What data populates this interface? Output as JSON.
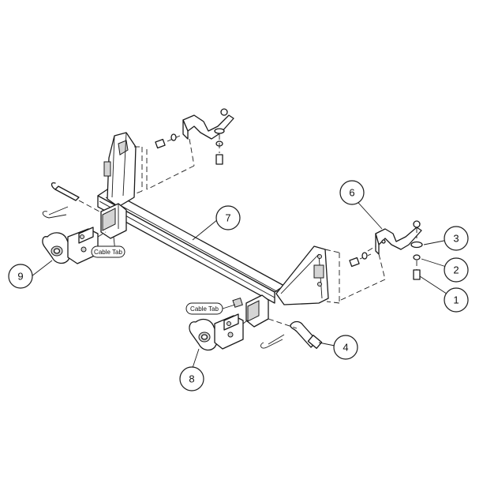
{
  "callouts": [
    {
      "label": "1"
    },
    {
      "label": "2"
    },
    {
      "label": "3"
    },
    {
      "label": "4"
    },
    {
      "label": "6"
    },
    {
      "label": "7"
    },
    {
      "label": "8"
    },
    {
      "label": "9"
    }
  ],
  "tabs": [
    {
      "label": "Cable Tab"
    },
    {
      "label": "Cable Tab"
    }
  ]
}
